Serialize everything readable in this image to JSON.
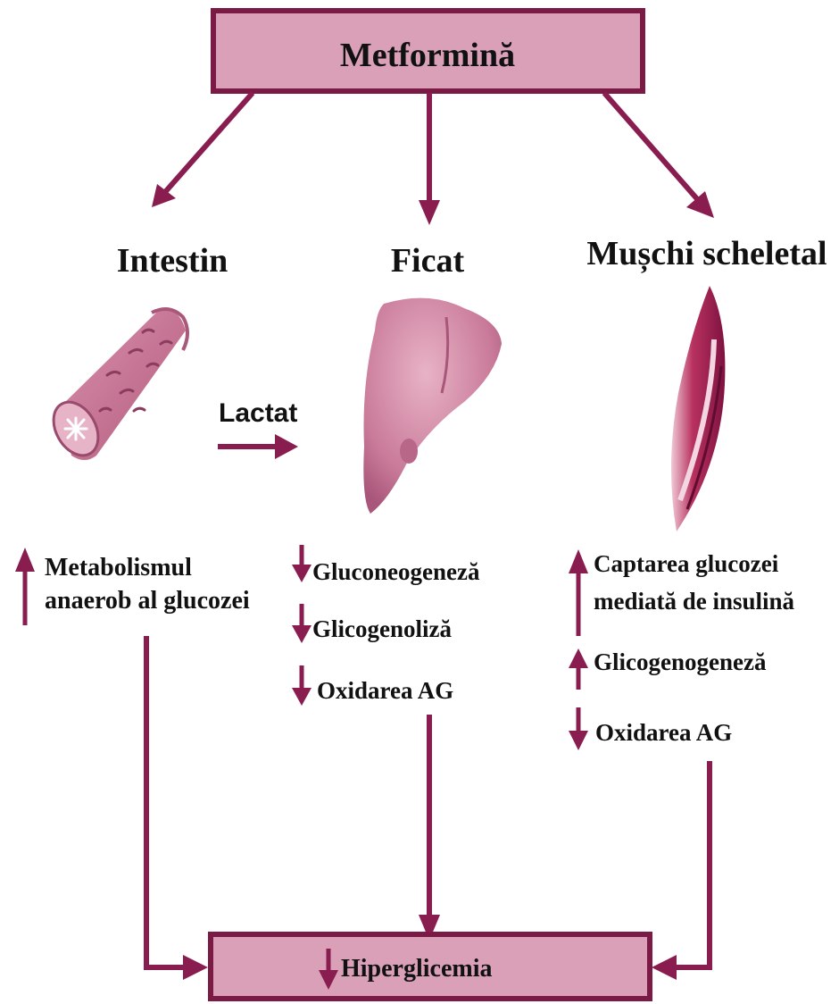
{
  "title": "Metformină",
  "organs": {
    "intestine": "Intestin",
    "liver": "Ficat",
    "muscle": "Mușchi scheletal"
  },
  "lactate": "Lactat",
  "intestine_effects": {
    "line1": "Metabolismul",
    "line2": "anaerob al glucozei",
    "direction": "up"
  },
  "liver_effects": [
    {
      "text": "Gluconeogeneză",
      "direction": "down"
    },
    {
      "text": "Glicogenoliză",
      "direction": "down"
    },
    {
      "text": "Oxidarea AG",
      "direction": "down"
    }
  ],
  "muscle_effects": {
    "uptake_line1": "Captarea glucozei",
    "uptake_line2": "mediată de insulină",
    "uptake_direction": "up",
    "items": [
      {
        "text": "Glicogenogeneză",
        "direction": "up"
      },
      {
        "text": "Oxidarea AG",
        "direction": "down"
      }
    ]
  },
  "outcome": {
    "text": "Hiperglicemia",
    "direction": "down"
  },
  "colors": {
    "box_fill": "#d9a0b7",
    "box_stroke": "#7a1a45",
    "arrow": "#8a1d4f",
    "organ": "#c97a99"
  },
  "icons": [
    "intestine-icon",
    "liver-icon",
    "muscle-icon"
  ]
}
